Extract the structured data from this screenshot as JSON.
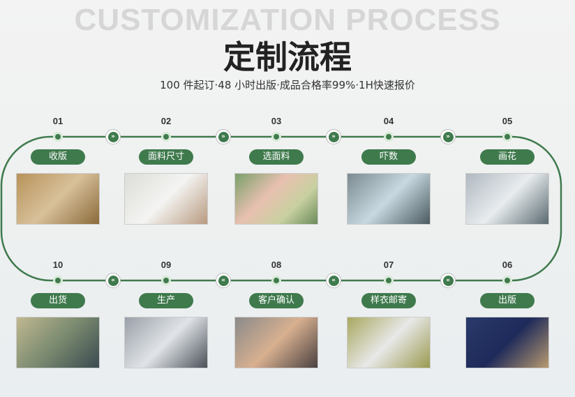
{
  "header": {
    "bg_text": "CUSTOMIZATION PROCESS",
    "title": "定制流程",
    "subtitle": "100 件起订·48 小时出版·成品合格率99%·1H快速报价"
  },
  "colors": {
    "accent": "#3f7a4d"
  },
  "steps": [
    {
      "num": "01",
      "label": "收版"
    },
    {
      "num": "02",
      "label": "面料尺寸"
    },
    {
      "num": "03",
      "label": "选面料"
    },
    {
      "num": "04",
      "label": "吓数"
    },
    {
      "num": "05",
      "label": "画花"
    },
    {
      "num": "06",
      "label": "出版"
    },
    {
      "num": "07",
      "label": "样衣邮寄"
    },
    {
      "num": "08",
      "label": "客户确认"
    },
    {
      "num": "09",
      "label": "生产"
    },
    {
      "num": "10",
      "label": "出货"
    }
  ]
}
